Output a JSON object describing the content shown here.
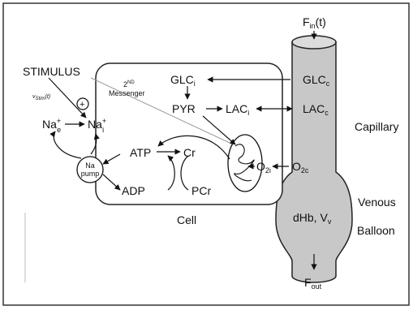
{
  "labels": {
    "f_in": "F",
    "f_in_sub": "in",
    "f_in_t": "(t)",
    "stimulus": "STIMULUS",
    "v_stim_v": "v",
    "v_stim_sub": "Stim",
    "v_stim_t": "(t)",
    "plus": "+",
    "na_e": "Na",
    "na_e_sup": "+",
    "na_e_sub": "e",
    "na_i": "Na",
    "na_i_sup": "+",
    "na_i_sub": "i",
    "second": "2",
    "second_sup": "ND",
    "messenger": "Messenger",
    "glc_i": "GLC",
    "glc_i_sub": "i",
    "glc_c": "GLC",
    "glc_c_sub": "c",
    "pyr": "PYR",
    "lac_i": "LAC",
    "lac_i_sub": "i",
    "lac_c": "LAC",
    "lac_c_sub": "c",
    "capillary": "Capillary",
    "atp": "ATP",
    "cr": "Cr",
    "adp": "ADP",
    "pcr": "PCr",
    "na_pump_1": "Na",
    "na_pump_2": "pump",
    "o2i": "O",
    "o2i_sub": "2i",
    "o2c": "O",
    "o2c_sub": "2c",
    "cell": "Cell",
    "dhb": "dHb, V",
    "dhb_sub": "v",
    "venous": "Venous",
    "balloon": "Balloon",
    "f_out": "F",
    "f_out_sub": "out"
  }
}
